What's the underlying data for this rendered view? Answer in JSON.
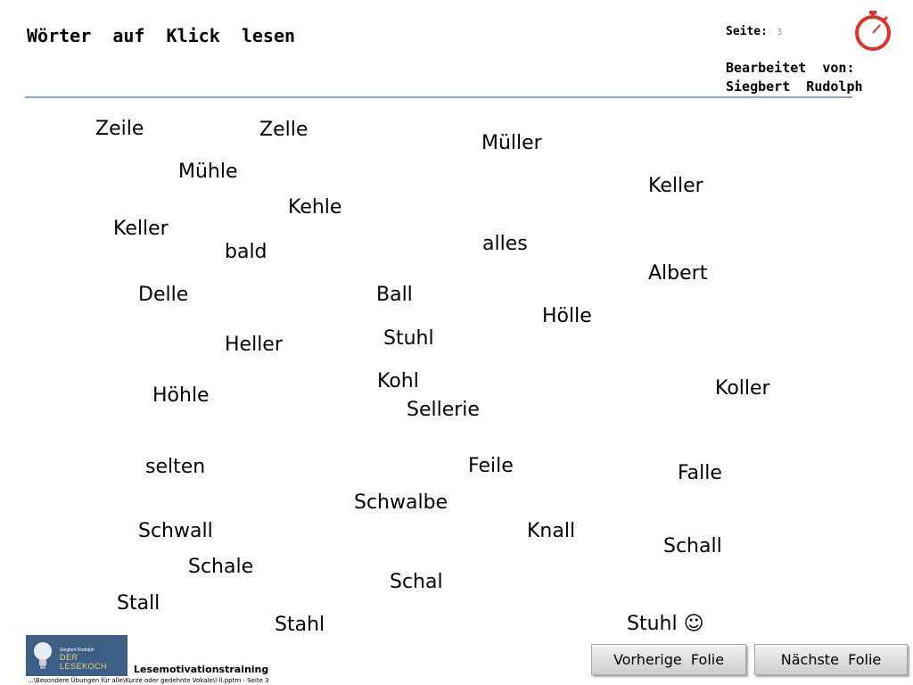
{
  "header": {
    "title": "Wörter  auf  Klick  lesen",
    "page_label": "Seite:",
    "page_number": "3",
    "edited_by_label": "Bearbeitet  von:",
    "author": "Siegbert  Rudolph",
    "stopwatch_icon": "stopwatch-icon",
    "accent_color": "#e0302a"
  },
  "words": [
    "Zeile",
    "Zelle",
    "Müller",
    "Mühle",
    "Keller",
    "Kehle",
    "Keller",
    "alles",
    "bald",
    "Albert",
    "Delle",
    "Ball",
    "Hölle",
    "Stuhl",
    "Heller",
    "Kohl",
    "Koller",
    "Höhle",
    "Sellerie",
    "selten",
    "Feile",
    "Falle",
    "Schwalbe",
    "Schwall",
    "Knall",
    "Schall",
    "Schale",
    "Schal",
    "Stall",
    "Stuhl ☺",
    "Stahl"
  ],
  "footer": {
    "logo_small_text": "Siegbert Rudolph",
    "logo_text": "DER LESEKOCH",
    "title": "Lesemotivationstraining",
    "path": "...\\Besondere Übungen für alle\\Kurze oder gedehnte Vokale\\l-ll.pptm - Seite 3"
  },
  "nav": {
    "previous": "Vorherige  Folie",
    "next": "Nächste  Folie"
  }
}
